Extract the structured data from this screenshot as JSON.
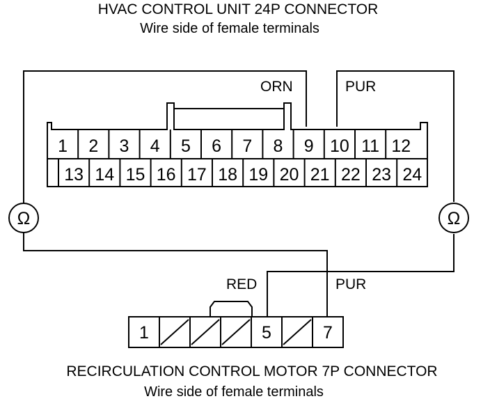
{
  "hvac_connector": {
    "title": "HVAC CONTROL UNIT 24P CONNECTOR",
    "subtitle": "Wire side of female terminals",
    "top_row": [
      "1",
      "2",
      "3",
      "4",
      "5",
      "6",
      "7",
      "8",
      "9",
      "10",
      "11",
      "12"
    ],
    "bottom_row": [
      "13",
      "14",
      "15",
      "16",
      "17",
      "18",
      "19",
      "20",
      "21",
      "22",
      "23",
      "24"
    ]
  },
  "motor_connector": {
    "title": "RECIRCULATION CONTROL MOTOR 7P CONNECTOR",
    "subtitle": "Wire side of female terminals",
    "terminals": [
      "1",
      "",
      "",
      "",
      "5",
      "",
      "7"
    ]
  },
  "wires": {
    "orn_label": "ORN",
    "pur_top_label": "PUR",
    "red_label": "RED",
    "pur_bottom_label": "PUR"
  },
  "meters": {
    "left_symbol": "Ω",
    "right_symbol": "Ω"
  }
}
